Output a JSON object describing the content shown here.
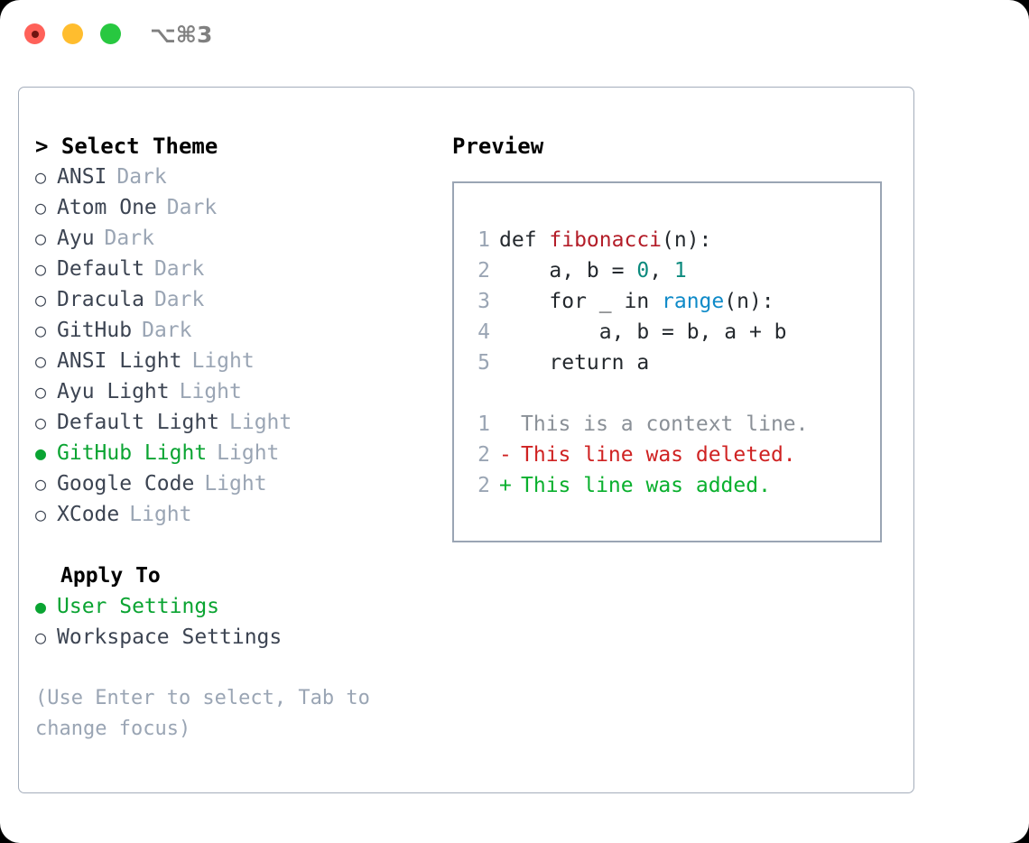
{
  "titlebar": {
    "shortcut": "⌥⌘3",
    "buttons": [
      "close",
      "minimize",
      "zoom"
    ]
  },
  "left": {
    "title": "> Select Theme",
    "themes": [
      {
        "marker": "○",
        "name": "ANSI",
        "variant": "Dark",
        "selected": false
      },
      {
        "marker": "○",
        "name": "Atom One",
        "variant": "Dark",
        "selected": false
      },
      {
        "marker": "○",
        "name": "Ayu",
        "variant": "Dark",
        "selected": false
      },
      {
        "marker": "○",
        "name": "Default",
        "variant": "Dark",
        "selected": false
      },
      {
        "marker": "○",
        "name": "Dracula",
        "variant": "Dark",
        "selected": false
      },
      {
        "marker": "○",
        "name": "GitHub",
        "variant": "Dark",
        "selected": false
      },
      {
        "marker": "○",
        "name": "ANSI Light",
        "variant": "Light",
        "selected": false
      },
      {
        "marker": "○",
        "name": "Ayu Light",
        "variant": "Light",
        "selected": false
      },
      {
        "marker": "○",
        "name": "Default Light",
        "variant": "Light",
        "selected": false
      },
      {
        "marker": "●",
        "name": "GitHub Light",
        "variant": "Light",
        "selected": true
      },
      {
        "marker": "○",
        "name": "Google Code",
        "variant": "Light",
        "selected": false
      },
      {
        "marker": "○",
        "name": "XCode",
        "variant": "Light",
        "selected": false
      }
    ],
    "apply_to_heading": "Apply To",
    "apply_to": [
      {
        "marker": "●",
        "name": "User Settings",
        "selected": true
      },
      {
        "marker": "○",
        "name": "Workspace Settings",
        "selected": false
      }
    ],
    "hint": "(Use Enter to select, Tab to change focus)"
  },
  "right": {
    "title": "Preview",
    "code_lines": [
      {
        "no": "1",
        "text": "def ",
        "fn": "fibonacci",
        "tail": "(n):"
      },
      {
        "no": "2",
        "text": "    a, b = ",
        "num1": "0",
        "mid": ", ",
        "num2": "1"
      },
      {
        "no": "3",
        "text": "    for _ in ",
        "blue": "range",
        "tail": "(n):"
      },
      {
        "no": "4",
        "text": "        a, b = b, a + b"
      },
      {
        "no": "5",
        "text": "    return a"
      }
    ],
    "diff_lines": [
      {
        "no": "1",
        "sign": " ",
        "text": "This is a context line.",
        "kind": "context"
      },
      {
        "no": "2",
        "sign": "-",
        "text": "This line was deleted.",
        "kind": "deleted"
      },
      {
        "no": "2",
        "sign": "+",
        "text": "This line was added.",
        "kind": "added"
      }
    ]
  },
  "colors": {
    "selected_green": "#0aa432",
    "variant_gray": "#9aa5b4",
    "text_dark": "#3c4452",
    "code_fn_red": "#b31d28",
    "code_num_teal": "#0b8a7d",
    "code_blue": "#0e8ac8",
    "diff_delete_red": "#cf2222",
    "diff_add_green": "#0ab02e",
    "border": "#a4adbb"
  }
}
